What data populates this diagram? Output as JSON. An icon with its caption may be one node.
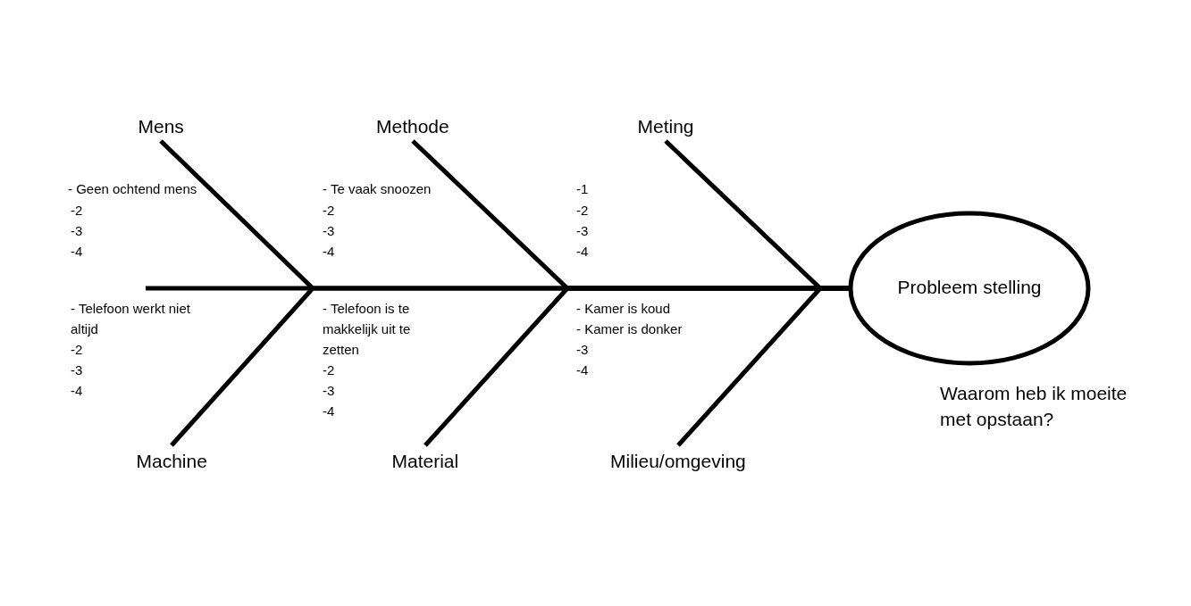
{
  "diagram": {
    "nodes": [
      {
        "text": [
          "Mens"
        ]
      },
      {
        "text": [
          "Methode"
        ]
      },
      {
        "text": [
          "Meting"
        ]
      },
      {
        "text": [
          "Machine"
        ]
      },
      {
        "text": [
          "Material"
        ]
      },
      {
        "text": [
          "Milieu/omgeving"
        ]
      },
      {
        "text": [
          "Probleem stelling"
        ],
        "beside": [
          "Waarom heb ik moeite met opstaan?"
        ]
      }
    ],
    "edges": [
      {
        "from": 0,
        "to": 6,
        "arrow": "none"
      },
      {
        "from": 1,
        "to": 6,
        "arrow": "none"
      },
      {
        "from": 2,
        "to": 6,
        "arrow": "none"
      },
      {
        "from": 3,
        "to": 6,
        "arrow": "none"
      },
      {
        "from": 4,
        "to": 6,
        "arrow": "none"
      },
      {
        "from": 5,
        "to": 6,
        "arrow": "none"
      }
    ],
    "labels": [
      "- Geen ochtend mens",
      "-2",
      "-3",
      "-4",
      "- Te vaak snoozen",
      "-2",
      "-3",
      "-4",
      "-1",
      "-2",
      "-3",
      "-4",
      "- Telefoon werkt niet altijd",
      "-2",
      "-3",
      "-4",
      "- Telefoon is te makkelijk uit te zetten",
      "-2",
      "-3",
      "-4",
      "- Kamer is koud",
      "- Kamer is donker",
      "-3",
      "-4"
    ]
  }
}
